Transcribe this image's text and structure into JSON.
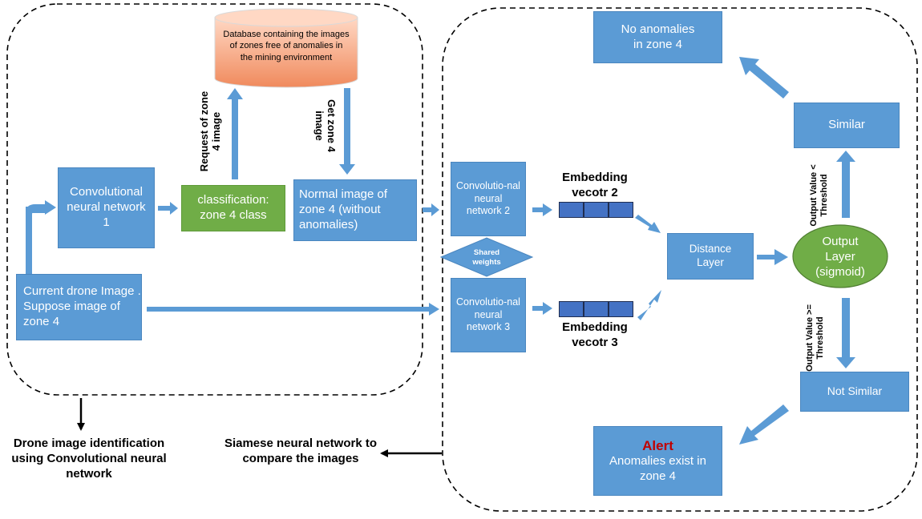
{
  "nodes": {
    "database": "Database containing the images of zones free of anomalies in the mining environment",
    "cnn1": "Convolutional neural network 1",
    "classification": "classification: zone 4 class",
    "normal_image": "Normal image of zone 4 (without anomalies)",
    "current_drone": "Current drone Image . Suppose image of zone 4",
    "cnn2": "Convolutio-nal neural network 2",
    "cnn3": "Convolutio-nal neural network 3",
    "shared_weights": "Shared weights",
    "embedding2": "Embedding vecotr 2",
    "embedding3": "Embedding vecotr 3",
    "distance_layer": "Distance Layer",
    "output_layer": "Output Layer (sigmoid)",
    "similar": "Similar",
    "not_similar": "Not Similar",
    "no_anomalies": "No anomalies in zone 4",
    "alert_title": "Alert",
    "alert_body": "Anomalies exist in zone 4"
  },
  "edge_labels": {
    "request": "Request of zone 4 image",
    "get": "Get zone 4 image",
    "output_lt": "Output Value < Threshold",
    "output_ge": "Output Value >= Threshold"
  },
  "captions": {
    "left": "Drone image identification using Convolutional neural network",
    "right": "Siamese neural network to compare the images"
  },
  "colors": {
    "box": "#5b9bd5",
    "classification": "#70ad47",
    "database": "#f4a582",
    "embedding": "#4472c4",
    "alert": "#c00000"
  }
}
